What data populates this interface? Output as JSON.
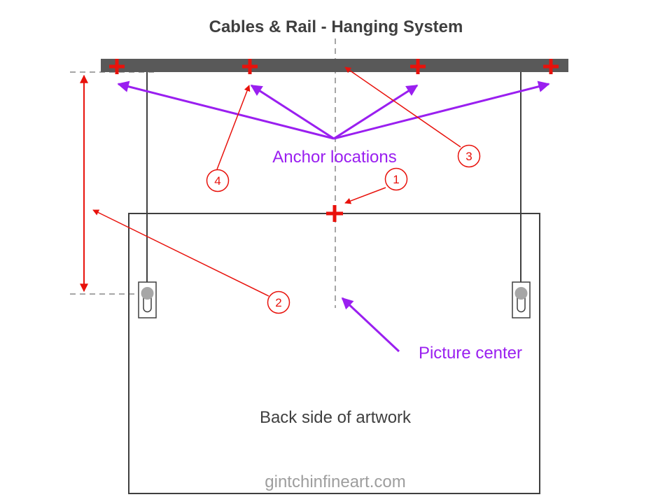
{
  "title": "Cables & Rail - Hanging System",
  "labels": {
    "anchor_locations": "Anchor locations",
    "picture_center": "Picture center",
    "artwork_back": "Back side of artwork",
    "watermark": "gintchinfineart.com"
  },
  "callouts": [
    "1",
    "2",
    "3",
    "4"
  ],
  "colors": {
    "rail": "#595959",
    "anchor_mark": "#e8120c",
    "purple": "#9a1ff0",
    "red_line": "#e8120c",
    "guide_dash": "#a6a6a6",
    "frame": "#3f3f3f",
    "text_gray": "#3f3f3f",
    "watermark": "#9e9e9e",
    "cable": "#404040",
    "hook_dot": "#a6a6a6"
  },
  "icons": [
    "plus-marker",
    "keyhole-hanger"
  ]
}
